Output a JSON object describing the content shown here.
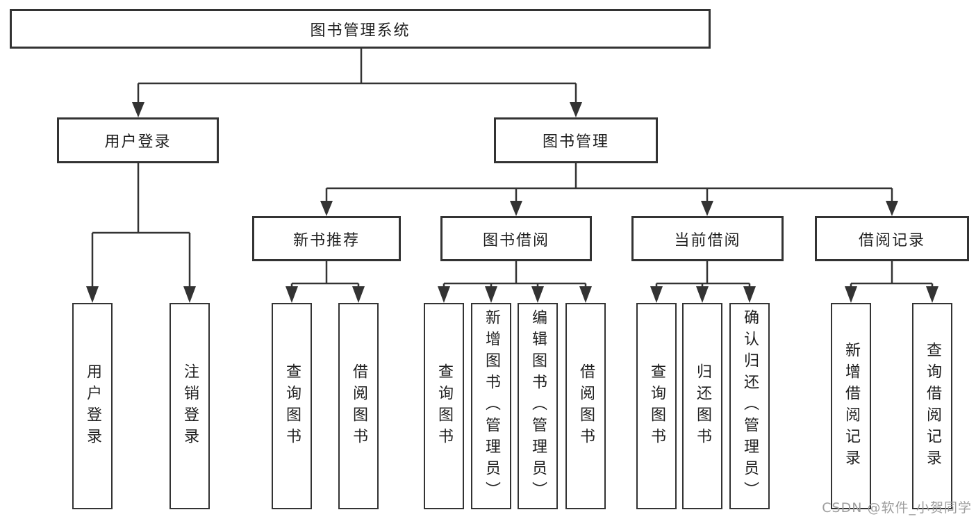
{
  "diagram": {
    "title": "图书管理系统",
    "branches": [
      {
        "label": "用户登录",
        "children": [
          {
            "label": "用户登录"
          },
          {
            "label": "注销登录"
          }
        ]
      },
      {
        "label": "图书管理",
        "children": [
          {
            "label": "新书推荐",
            "children": [
              {
                "label": "查询图书"
              },
              {
                "label": "借阅图书"
              }
            ]
          },
          {
            "label": "图书借阅",
            "children": [
              {
                "label": "查询图书"
              },
              {
                "label": "新增图书（管理员）"
              },
              {
                "label": "编辑图书（管理员）"
              },
              {
                "label": "借阅图书"
              }
            ]
          },
          {
            "label": "当前借阅",
            "children": [
              {
                "label": "查询图书"
              },
              {
                "label": "归还图书"
              },
              {
                "label": "确认归还（管理员）"
              }
            ]
          },
          {
            "label": "借阅记录",
            "children": [
              {
                "label": "新增借阅记录"
              },
              {
                "label": "查询借阅记录"
              }
            ]
          }
        ]
      }
    ]
  },
  "watermark": {
    "text": "CSDN @软件_小贺同学",
    "color": "#9e9e9e"
  },
  "colors": {
    "line": "#333333",
    "box_border": "#333333",
    "text": "#1f1f1f",
    "background": "#ffffff"
  }
}
